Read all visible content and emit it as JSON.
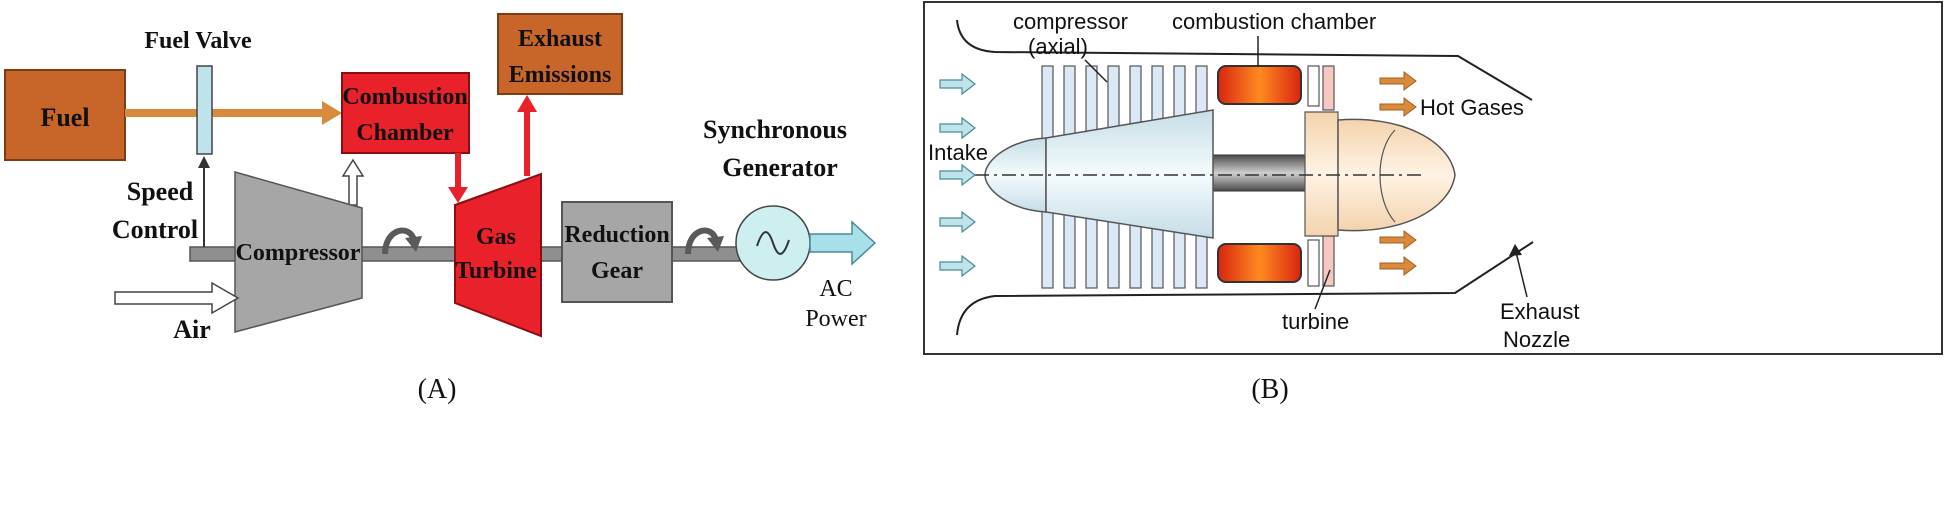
{
  "panel_a": {
    "caption": "(A)",
    "fuel": "Fuel",
    "fuel_valve": "Fuel Valve",
    "combustion_chamber_1": "Combustion",
    "combustion_chamber_2": "Chamber",
    "exhaust_emissions_1": "Exhaust",
    "exhaust_emissions_2": "Emissions",
    "synchronous_generator_1": "Synchronous",
    "synchronous_generator_2": "Generator",
    "speed_control_1": "Speed",
    "speed_control_2": "Control",
    "compressor": "Compressor",
    "gas_turbine_1": "Gas",
    "gas_turbine_2": "Turbine",
    "reduction_gear_1": "Reduction",
    "reduction_gear_2": "Gear",
    "air": "Air",
    "ac_power_1": "AC",
    "ac_power_2": "Power"
  },
  "panel_b": {
    "caption": "(B)",
    "compressor_1": "compressor",
    "compressor_2": "(axial)",
    "combustion_chamber": "combustion chamber",
    "hot_gases": "Hot Gases",
    "intake": "Intake",
    "turbine": "turbine",
    "exhaust_nozzle_1": "Exhaust",
    "exhaust_nozzle_2": "Nozzle"
  },
  "colors": {
    "fuel_box": "#c8662a",
    "combustion_red": "#e8212a",
    "valve_blue": "#bfe3ea",
    "gray_body": "#a6a6a6",
    "generator_fill": "#cdeff0",
    "blade_blue": "#dbe9f7",
    "burner_orange": "#ef5a1a",
    "hot_arrow": "#d98a3c"
  }
}
